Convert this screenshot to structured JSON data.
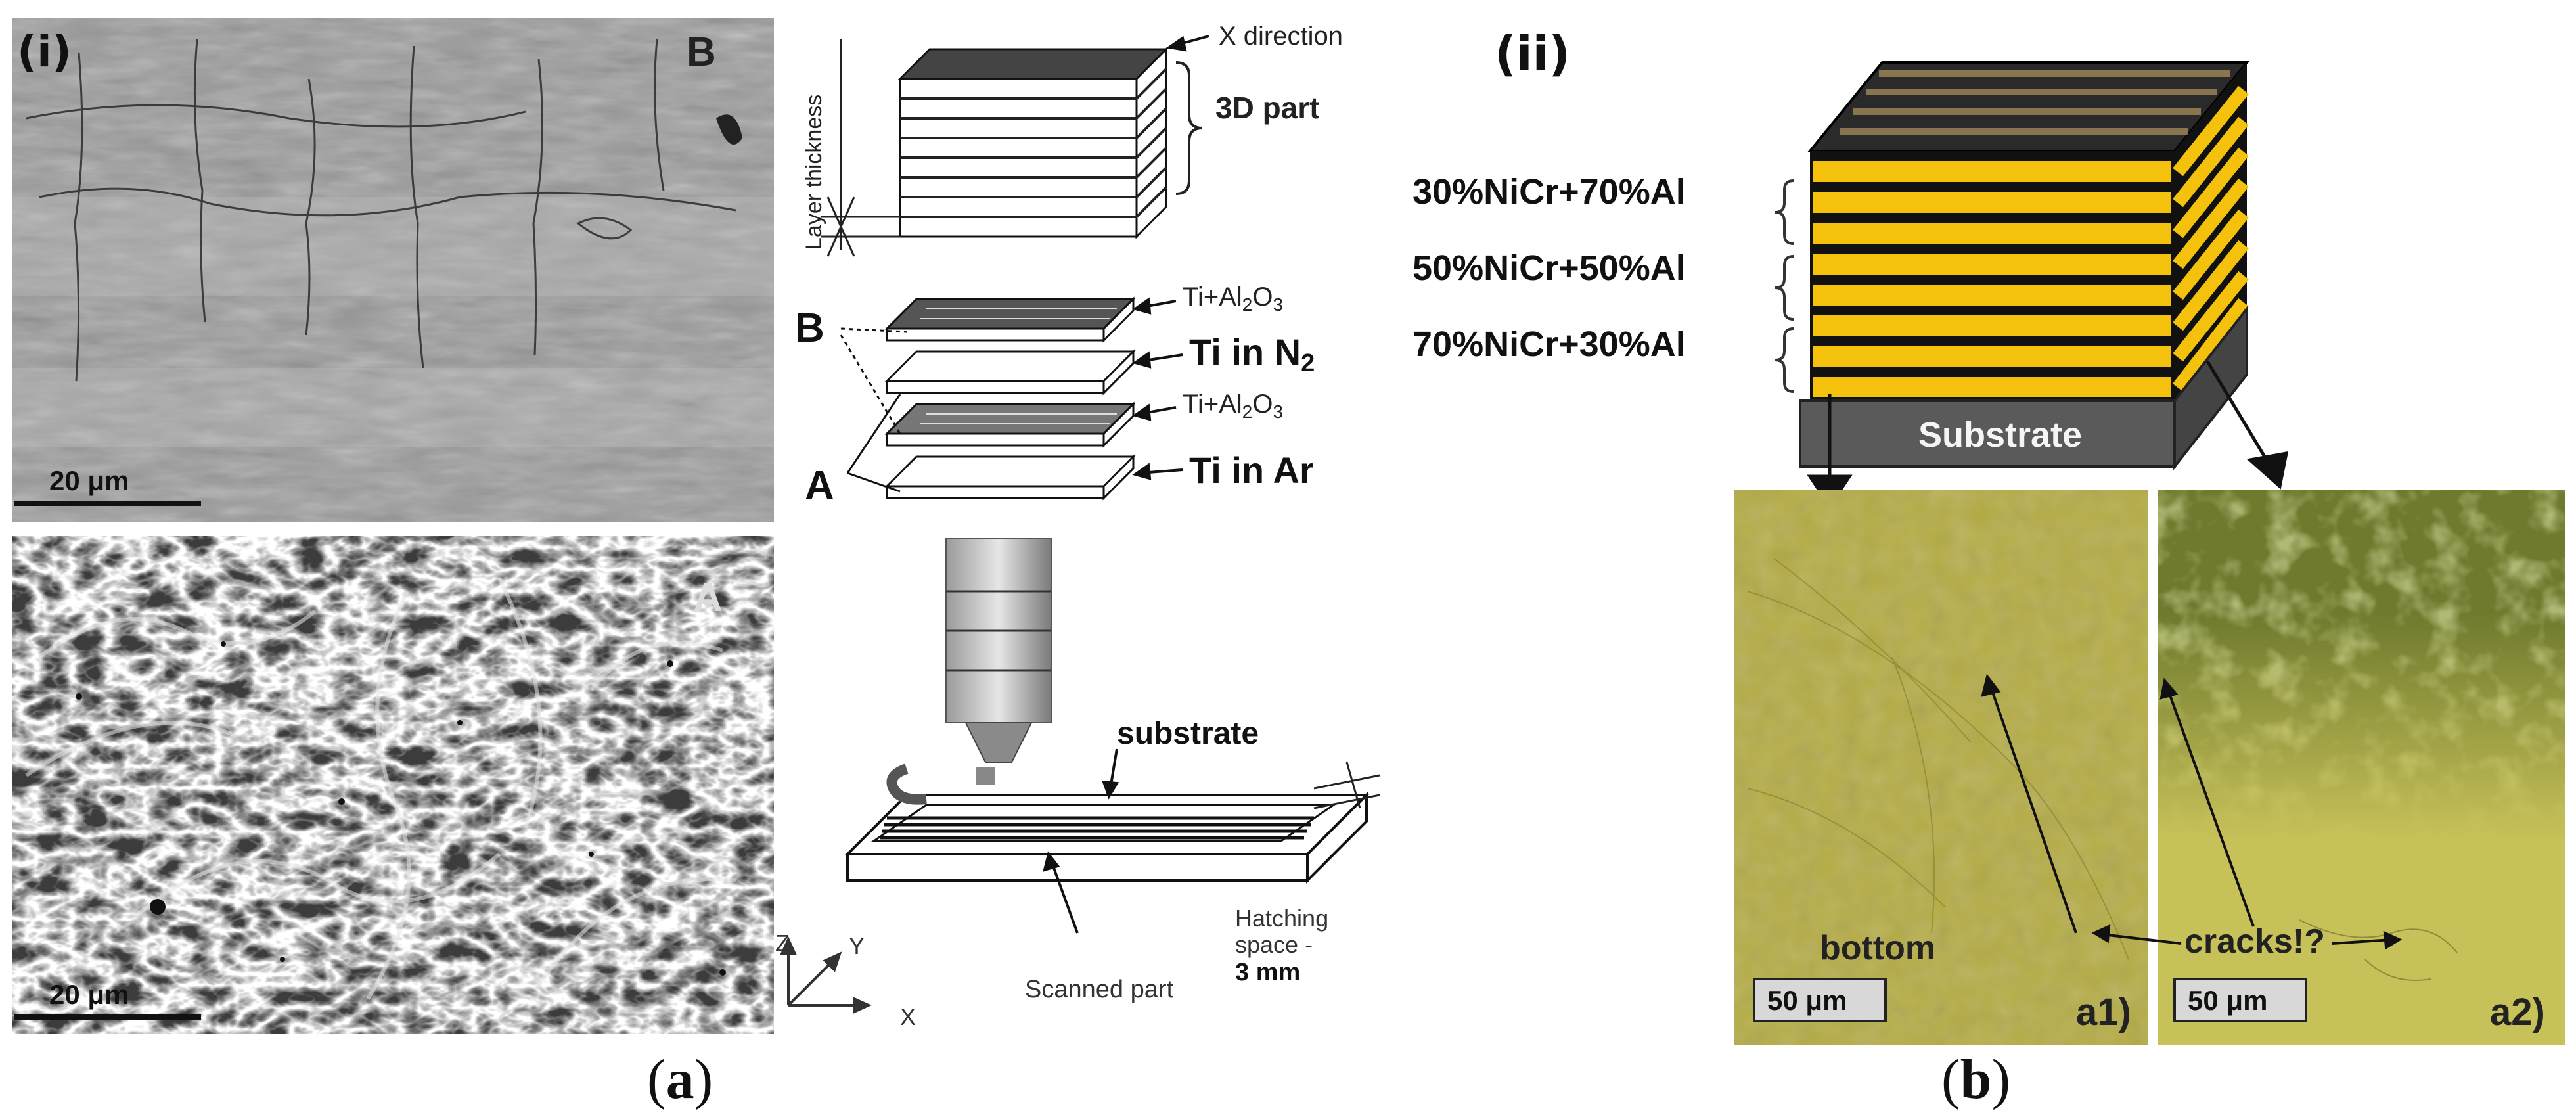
{
  "panel_a": {
    "label": "(i)",
    "micrograph_top": {
      "letter": "B",
      "scale": "20 μm"
    },
    "micrograph_bottom": {
      "letter": "A",
      "scale": "20 μm"
    },
    "schematic": {
      "x_direction": "X direction",
      "part_3d": "3D part",
      "layer_thickness": "Layer thickness",
      "layers": [
        "Ti+Al2O3",
        "Ti in N2",
        "Ti+Al2O3",
        "Ti in Ar"
      ],
      "marker_b": "B",
      "marker_a": "A",
      "substrate": "substrate",
      "hatching_line1": "Hatching",
      "hatching_line2": "space -",
      "hatching_line3": "3 mm",
      "scanned_part": "Scanned part",
      "axis_z": "Z",
      "axis_y": "Y",
      "axis_x": "X"
    },
    "caption_open": "(",
    "caption_letter": "a",
    "caption_close": ")"
  },
  "panel_b": {
    "label": "(ii)",
    "layer_labels": [
      "30%NiCr+70%Al",
      "50%NiCr+50%Al",
      "70%NiCr+30%Al"
    ],
    "substrate": "Substrate",
    "micro_a1": {
      "tag": "a1)",
      "scale": "50 μm",
      "text": "bottom"
    },
    "micro_a2": {
      "tag": "a2)",
      "scale": "50 μm"
    },
    "cracks": "cracks!?",
    "caption_open": "(",
    "caption_letter": "b",
    "caption_close": ")"
  },
  "colors": {
    "yellow_layer": "#f4c20d",
    "dark_layer": "#1c1c1c",
    "substrate_gray": "#5a5a5a",
    "micro_olive": "#b5ac44",
    "micro_dark": "#6f7a2e"
  }
}
